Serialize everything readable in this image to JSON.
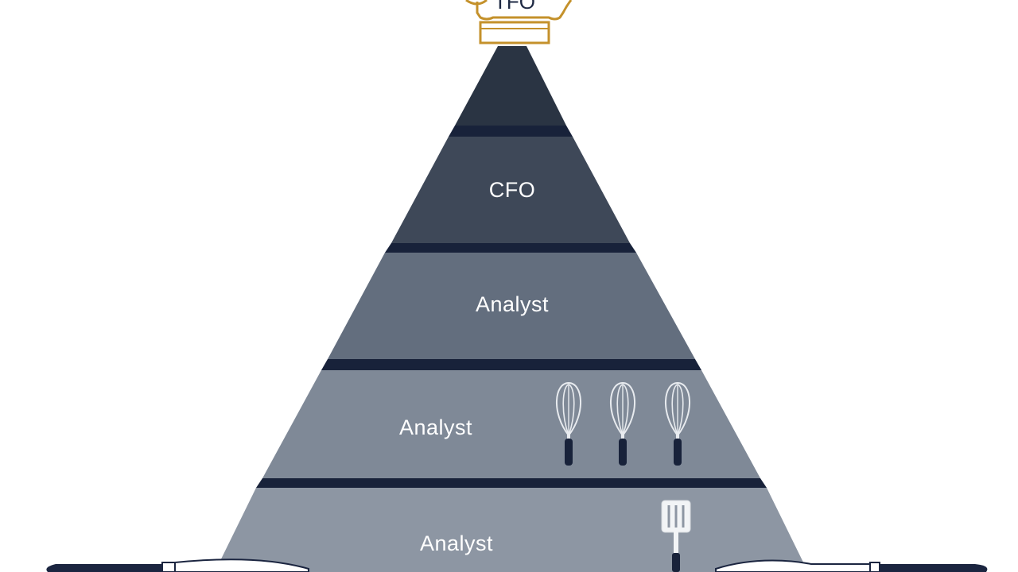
{
  "diagram": {
    "top_badge": {
      "label": "TFO",
      "icon": "chef-hat-icon"
    },
    "tiers": [
      {
        "label": ""
      },
      {
        "label": "CFO"
      },
      {
        "label": "Analyst"
      },
      {
        "label": "Analyst",
        "icons": [
          "whisk-icon",
          "whisk-icon",
          "whisk-icon"
        ]
      },
      {
        "label": "Analyst",
        "icons": [
          "spatula-icon"
        ]
      }
    ],
    "colors": {
      "tier_1": "#2a3443",
      "tier_2": "#3e4858",
      "tier_3": "#636e7e",
      "tier_4": "#7f8997",
      "tier_5": "#8d96a3",
      "separator": "#18223a",
      "hat_outline": "#c4912b",
      "board": "#1b2540"
    }
  }
}
